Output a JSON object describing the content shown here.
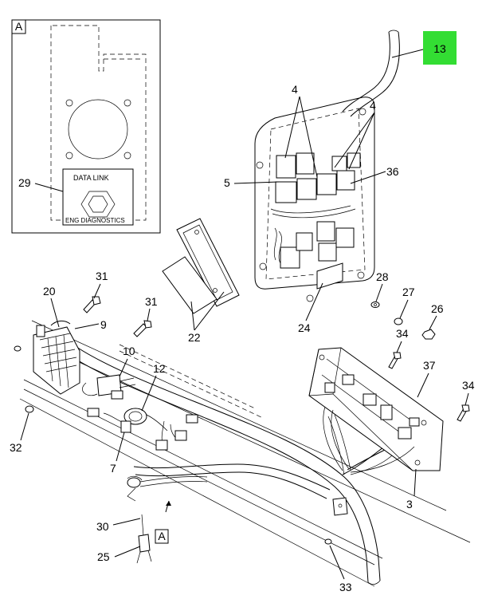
{
  "inset": {
    "view_label": "A",
    "panel_title": "DATA LINK",
    "panel_caption": "ENG DIAGNOSTICS"
  },
  "view_marker": "A",
  "highlight_callout": {
    "label": "13",
    "color": "#33dd33"
  },
  "callouts": {
    "c29": "29",
    "c4a": "4",
    "c4b": "4",
    "c5": "5",
    "c36": "36",
    "c31a": "31",
    "c31b": "31",
    "c20": "20",
    "c9": "9",
    "c10": "10",
    "c12": "12",
    "c22": "22",
    "c24": "24",
    "c28": "28",
    "c27": "27",
    "c26": "26",
    "c34a": "34",
    "c34b": "34",
    "c37": "37",
    "c32": "32",
    "c7": "7",
    "c30": "30",
    "c25": "25",
    "c3": "3",
    "c33": "33"
  }
}
